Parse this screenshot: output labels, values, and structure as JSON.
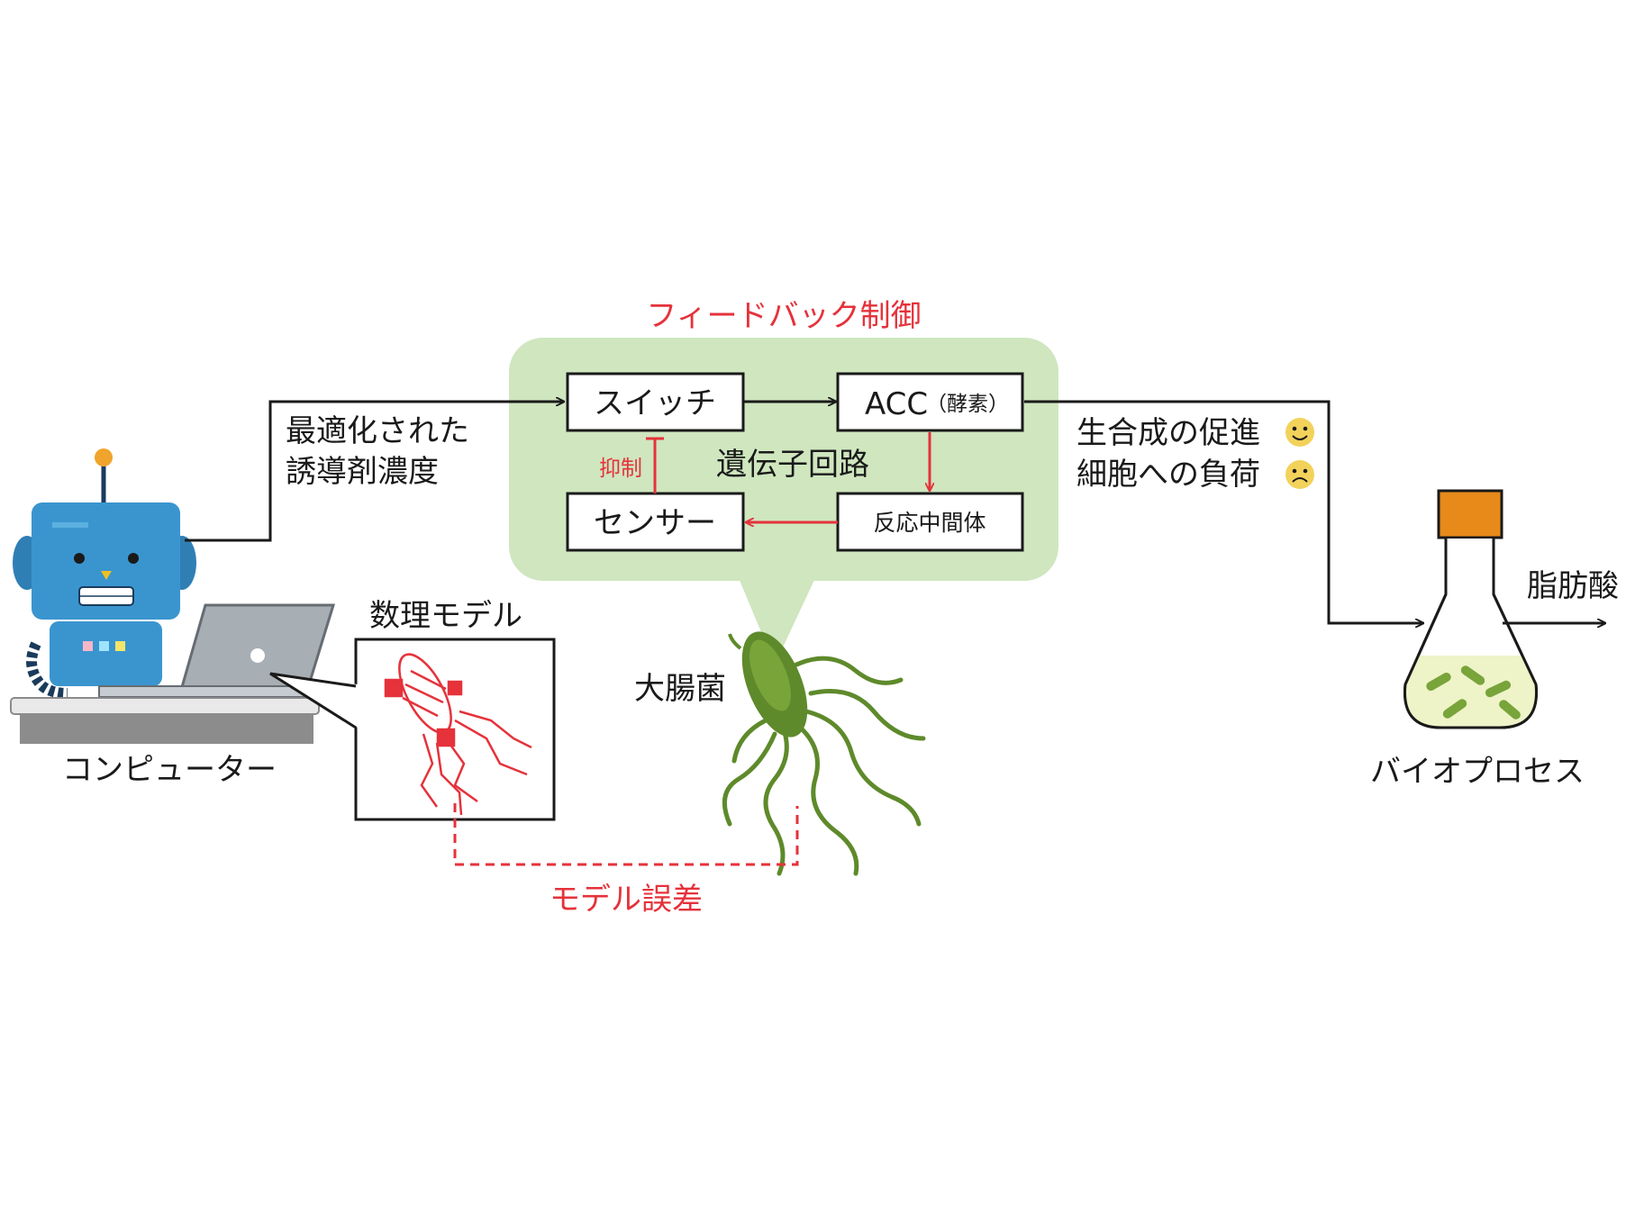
{
  "colors": {
    "black": "#1a1a1a",
    "red": "#e5323b",
    "panel_green": "#cfe6bf",
    "bacteria_green": "#5e8a2b",
    "robot_blue": "#3a95cf",
    "flask_cap": "#e88a1a",
    "flask_liquid": "#eef3c8",
    "smiley": "#f2d25a"
  },
  "feedback": {
    "title": "フィードバック制御",
    "switch_label": "スイッチ",
    "acc_label": "ACC",
    "acc_note": "（酵素）",
    "sensor_label": "センサー",
    "intermediate_label": "反応中間体",
    "circuit_label": "遺伝子回路",
    "inhibit_label": "抑制"
  },
  "inducer": {
    "line1": "最適化された",
    "line2": "誘導剤濃度"
  },
  "effects": {
    "line1": "生合成の促進",
    "line2": "細胞への負荷",
    "line1_icon": "happy-face-icon",
    "line2_icon": "sad-face-icon"
  },
  "computer": {
    "label": "コンピューター",
    "icon": "robot-at-laptop-icon"
  },
  "model": {
    "label": "数理モデル",
    "icon": "red-bacterium-model-icon"
  },
  "ecoli": {
    "label": "大腸菌",
    "icon": "green-bacterium-icon"
  },
  "model_error": {
    "label": "モデル誤差"
  },
  "bioprocess": {
    "label": "バイオプロセス",
    "icon": "erlenmeyer-flask-icon"
  },
  "product": {
    "label": "脂肪酸"
  }
}
